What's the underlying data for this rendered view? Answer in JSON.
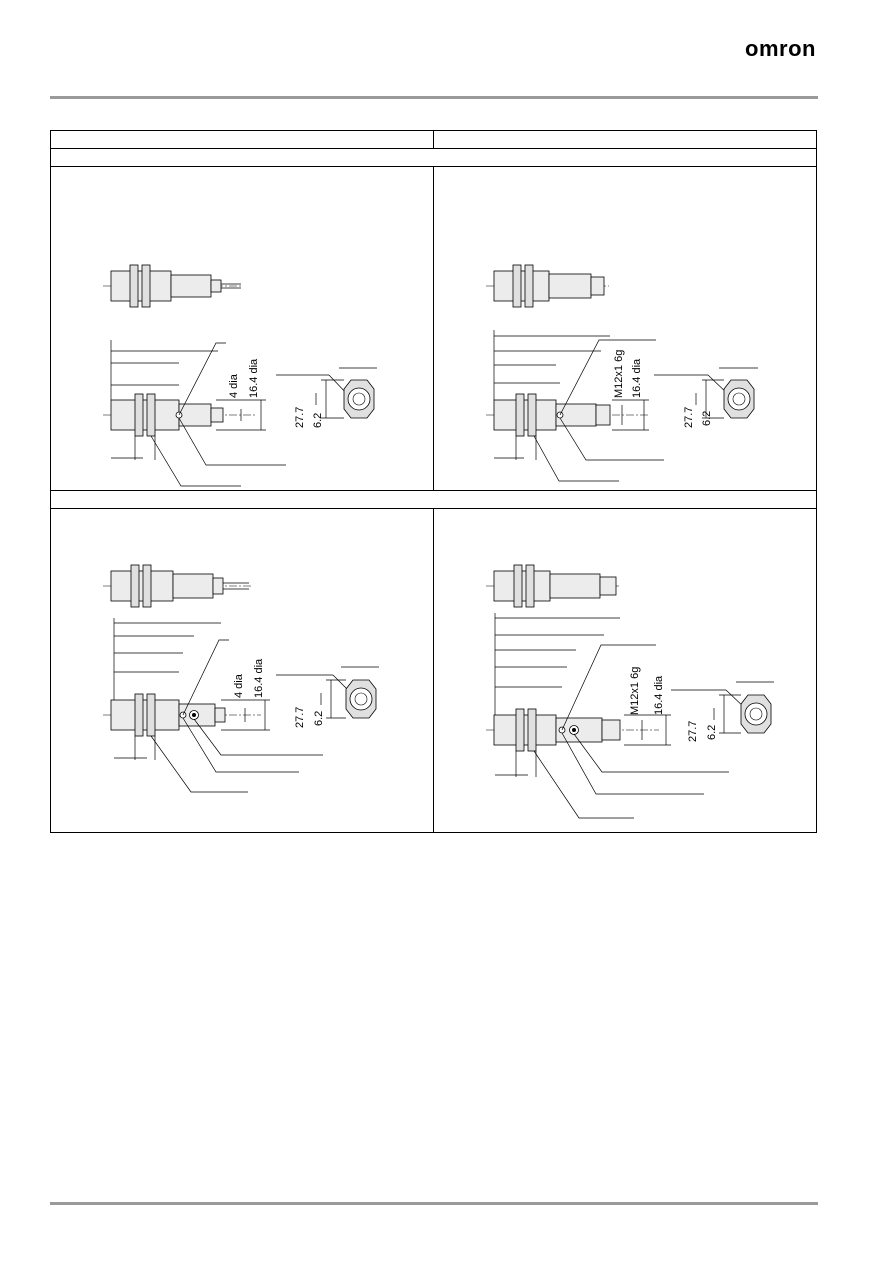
{
  "header": {
    "logo_text": "omron"
  },
  "drawings": [
    {
      "id": "cable-standard",
      "labels": {
        "hole": "4 dia",
        "body_dia": "16.4 dia",
        "nut_across": "27.7",
        "inner": "6.2"
      }
    },
    {
      "id": "connector-standard",
      "labels": {
        "thread": "M12x1 6g",
        "body_dia": "16.4 dia",
        "nut_across": "27.7",
        "inner": "6.2"
      }
    },
    {
      "id": "cable-led",
      "labels": {
        "hole": "4 dia",
        "body_dia": "16.4 dia",
        "nut_across": "27.7",
        "inner": "6.2"
      }
    },
    {
      "id": "connector-led",
      "labels": {
        "thread": "M12x1 6g",
        "body_dia": "16.4 dia",
        "nut_across": "27.7",
        "inner": "6.2"
      }
    }
  ]
}
